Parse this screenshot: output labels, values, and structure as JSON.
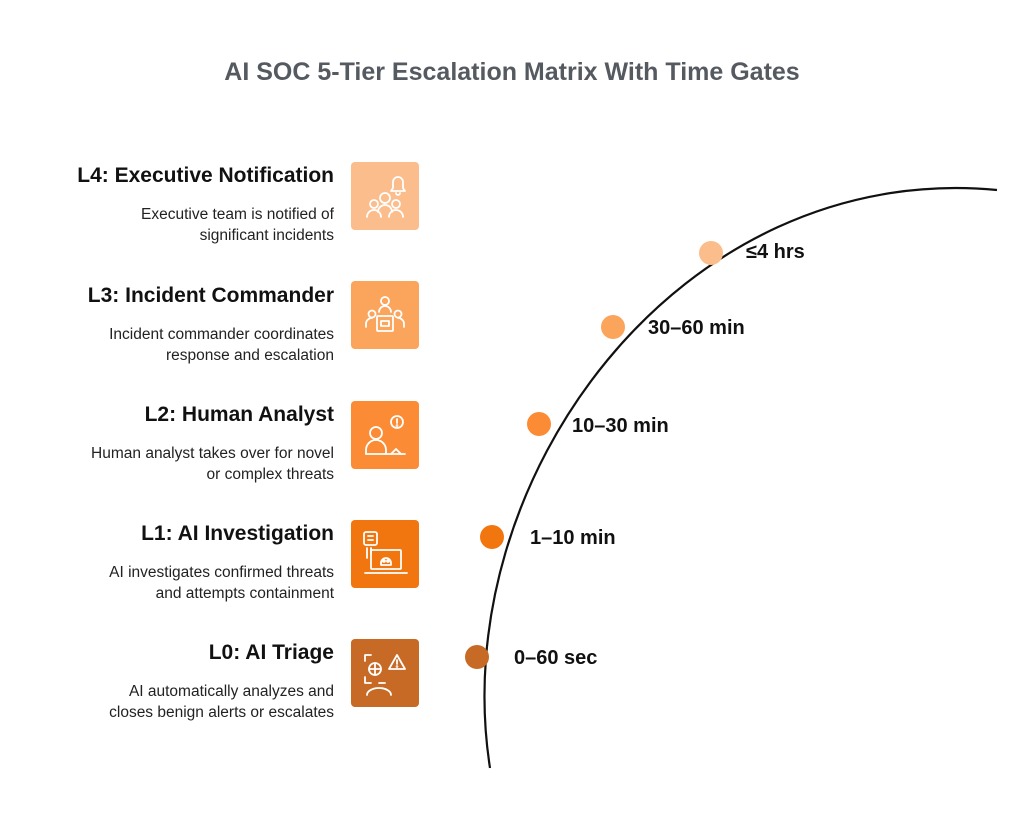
{
  "title": "AI SOC 5-Tier Escalation Matrix With Time Gates",
  "colors": {
    "L4": "#fbbd8b",
    "L3": "#fba45c",
    "L2": "#fb8c35",
    "L1": "#f2760f",
    "L0": "#c66a25"
  },
  "tiers": [
    {
      "id": "L4",
      "heading": "L4: Executive Notification",
      "desc_line1": "Executive team is notified of",
      "desc_line2": "significant incidents",
      "icon": "executive-bell-icon",
      "time_gate": "≤4 hrs"
    },
    {
      "id": "L3",
      "heading": "L3: Incident Commander",
      "desc_line1": "Incident commander coordinates",
      "desc_line2": "response and escalation",
      "icon": "meeting-table-icon",
      "time_gate": "30–60 min"
    },
    {
      "id": "L2",
      "heading": "L2: Human Analyst",
      "desc_line1": "Human analyst takes over for novel",
      "desc_line2": "or complex threats",
      "icon": "analyst-alert-icon",
      "time_gate": "10–30 min"
    },
    {
      "id": "L1",
      "heading": "L1: AI Investigation",
      "desc_line1": "AI investigates confirmed threats",
      "desc_line2": "and attempts containment",
      "icon": "ai-skull-laptop-icon",
      "time_gate": "1–10 min"
    },
    {
      "id": "L0",
      "heading": "L0: AI Triage",
      "desc_line1": "AI automatically analyzes and",
      "desc_line2": "closes benign alerts or escalates",
      "icon": "scan-warning-icon",
      "time_gate": "0–60 sec"
    }
  ]
}
